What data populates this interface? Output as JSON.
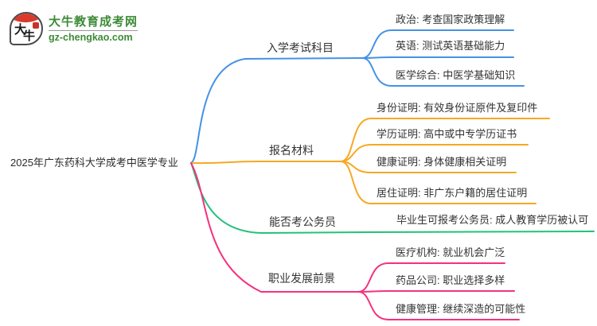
{
  "site": {
    "name": "大牛教育成考网",
    "url": "gz-chengkao.com",
    "logo_char_1": "大",
    "logo_char_2": "牛",
    "brand_green": "#3d8b37",
    "logo_red": "#d93a2b"
  },
  "root": {
    "title": "2025年广东药科大学成考中医学专业"
  },
  "branches": [
    {
      "label": "入学考试科目",
      "color": "#4592e6",
      "children": [
        {
          "text": "政治: 考查国家政策理解"
        },
        {
          "text": "英语: 测试英语基础能力"
        },
        {
          "text": "医学综合: 中医学基础知识"
        }
      ]
    },
    {
      "label": "报名材料",
      "color": "#f7a823",
      "children": [
        {
          "text": "身份证明: 有效身份证原件及复印件"
        },
        {
          "text": "学历证明: 高中或中专学历证书"
        },
        {
          "text": "健康证明: 身体健康相关证明"
        },
        {
          "text": "居住证明: 非广东户籍的居住证明"
        }
      ]
    },
    {
      "label": "能否考公务员",
      "color": "#24c178",
      "children": [
        {
          "text": "毕业生可报考公务员: 成人教育学历被认可"
        }
      ]
    },
    {
      "label": "职业发展前景",
      "color": "#f5317f",
      "children": [
        {
          "text": "医疗机构: 就业机会广泛"
        },
        {
          "text": "药品公司: 职业选择多样"
        },
        {
          "text": "健康管理: 继续深造的可能性"
        }
      ]
    }
  ]
}
